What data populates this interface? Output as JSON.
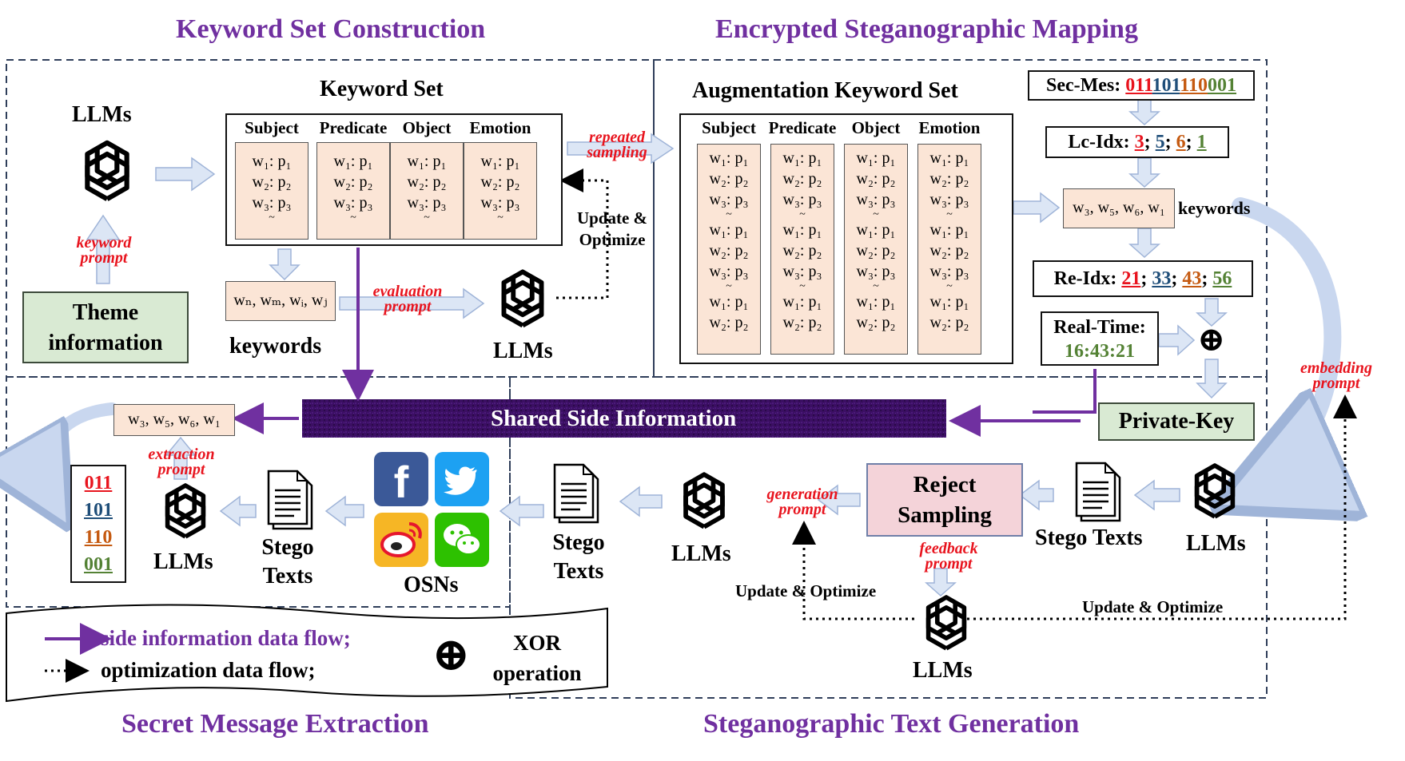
{
  "titles": {
    "keyword_set_construction": "Keyword Set Construction",
    "encrypted_mapping": "Encrypted Steganographic Mapping",
    "secret_extraction": "Secret Message Extraction",
    "text_generation": "Steganographic Text Generation"
  },
  "keyword_set": {
    "title": "Keyword Set",
    "columns": [
      "Subject",
      "Predicate",
      "Object",
      "Emotion"
    ],
    "lines": [
      "w₁: p₁",
      "w₂: p₂",
      "w₃: p₃"
    ],
    "tilde": "~"
  },
  "augmentation_set": {
    "title": "Augmentation Keyword Set",
    "columns": [
      "Subject",
      "Predicate",
      "Object",
      "Emotion"
    ],
    "line1": "w₁: p₁",
    "line2": "w₂: p₂",
    "line3": "w₃: p₃",
    "tilde": "~"
  },
  "llm_label": "LLMs",
  "theme_info": "Theme information",
  "keyword_prompt": "keyword prompt",
  "keywords_label": "keywords",
  "keywords_sample": "wₙ, wₘ, wᵢ, wⱼ",
  "evaluation_prompt": "evaluation prompt",
  "update_optimize": "Update & Optimize",
  "update_optimize_inline": "Update & Optimize",
  "repeated_sampling": "repeated sampling",
  "sec_mes": {
    "label": "Sec-Mes:",
    "bits": [
      {
        "text": "011",
        "color": "#e8141e"
      },
      {
        "text": "101",
        "color": "#1f4e79"
      },
      {
        "text": "110",
        "color": "#c55a11"
      },
      {
        "text": "001",
        "color": "#548235"
      }
    ]
  },
  "lc_idx": {
    "label": "Lc-Idx:",
    "values": [
      {
        "text": "3",
        "color": "#e8141e"
      },
      {
        "text": "5",
        "color": "#1f4e79"
      },
      {
        "text": "6",
        "color": "#c55a11"
      },
      {
        "text": "1",
        "color": "#548235"
      }
    ]
  },
  "selected_keywords": "w₃, w₅, w₆, w₁",
  "re_idx": {
    "label": "Re-Idx:",
    "values": [
      {
        "text": "21",
        "color": "#e8141e"
      },
      {
        "text": "33",
        "color": "#1f4e79"
      },
      {
        "text": "43",
        "color": "#c55a11"
      },
      {
        "text": "56",
        "color": "#548235"
      }
    ]
  },
  "real_time": {
    "label": "Real-Time:",
    "value": "16:43:21",
    "color": "#548235"
  },
  "xor_symbol": "⊕",
  "private_key": "Private-Key",
  "embedding_prompt": "embedding prompt",
  "shared_side_info": "Shared Side Information",
  "stego_texts": "Stego Texts",
  "reject_sampling": "Reject Sampling",
  "generation_prompt": "generation prompt",
  "feedback_prompt": "feedback prompt",
  "extraction_prompt": "extraction prompt",
  "osns": "OSNs",
  "extracted_bits": [
    {
      "text": "011",
      "color": "#e8141e"
    },
    {
      "text": "101",
      "color": "#1f4e79"
    },
    {
      "text": "110",
      "color": "#c55a11"
    },
    {
      "text": "001",
      "color": "#548235"
    }
  ],
  "legend": {
    "side_info": "side information data flow;",
    "side_info_color": "#7030a0",
    "optimization": "optimization data flow;",
    "xor_label": "XOR operation"
  },
  "colors": {
    "title_purple": "#7030a0",
    "prompt_red": "#e8141e",
    "keyword_fill": "#fbe5d6",
    "arrow_blue": "#b4c7e7",
    "green_box": "#d9ead3",
    "reject_fill": "#f4d3d9"
  }
}
